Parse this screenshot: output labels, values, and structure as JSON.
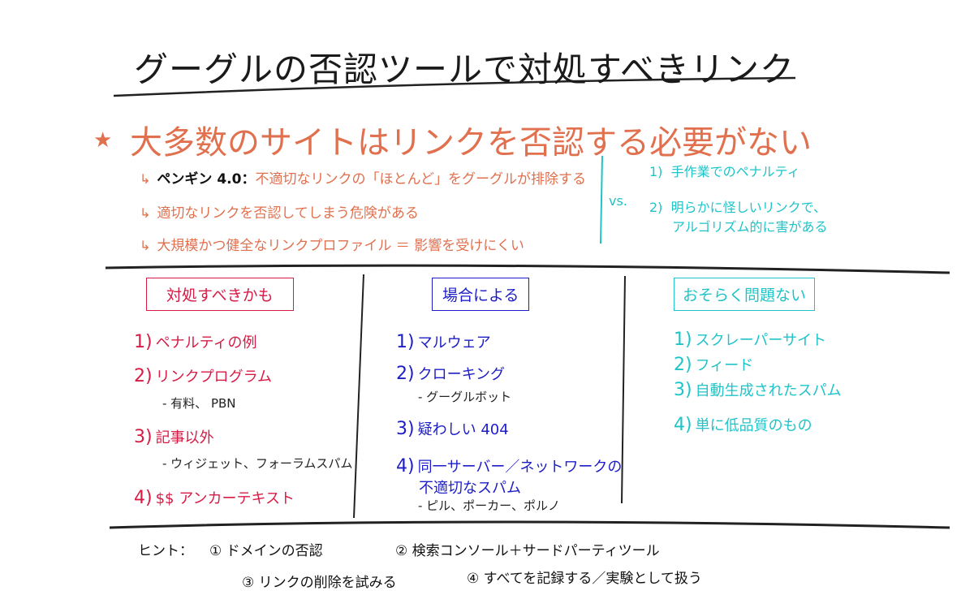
{
  "title": "グーグルの否認ツールで対処すべきリンク",
  "headline": "大多数のサイトはリンクを否認する必要がない",
  "points": [
    {
      "label": "ペンギン 4.0：",
      "text": "不適切なリンクの「ほとんど」をグーグルが排除する"
    },
    {
      "label": "",
      "text": "適切なリンクを否認してしまう危険がある"
    },
    {
      "label": "",
      "text": "大規模かつ健全なリンクプロファイル ＝ 影響を受けにくい"
    }
  ],
  "vs_label": "vs.",
  "exceptions": [
    {
      "num": "1)",
      "text": "手作業でのペナルティ"
    },
    {
      "num": "2)",
      "text": "明らかに怪しいリンクで、",
      "text2": "アルゴリズム的に害がある"
    }
  ],
  "columns": [
    {
      "heading": "対処すべきかも",
      "color": "#d81b45",
      "items": [
        {
          "num": "1)",
          "text": "ペナルティの例",
          "sub": ""
        },
        {
          "num": "2)",
          "text": "リンクプログラム",
          "sub": "- 有料、 PBN"
        },
        {
          "num": "3)",
          "text": "記事以外",
          "sub": "- ウィジェット、フォーラムスパム"
        },
        {
          "num": "4)",
          "text": "$$ アンカーテキスト",
          "sub": ""
        }
      ]
    },
    {
      "heading": "場合による",
      "color": "#1d1dc8",
      "items": [
        {
          "num": "1)",
          "text": "マルウェア",
          "sub": ""
        },
        {
          "num": "2)",
          "text": "クローキング",
          "sub": "- グーグルボット"
        },
        {
          "num": "3)",
          "text": "疑わしい 404",
          "sub": ""
        },
        {
          "num": "4)",
          "text": "同一サーバー／ネットワークの",
          "text2": "不適切なスパム",
          "sub": "- ピル、ポーカー、ポルノ"
        }
      ]
    },
    {
      "heading": "おそらく問題ない",
      "color": "#1ec4c8",
      "items": [
        {
          "num": "1)",
          "text": "スクレーパーサイト"
        },
        {
          "num": "2)",
          "text": "フィード"
        },
        {
          "num": "3)",
          "text": "自動生成されたスパム"
        },
        {
          "num": "4)",
          "text": "単に低品質のもの"
        }
      ]
    }
  ],
  "hints": {
    "label": "ヒント：",
    "items": [
      "① ドメインの否認",
      "② 検索コンソール＋サードパーティツール",
      "③ リンクの削除を試みる",
      "④ すべてを記録する／実験として扱う"
    ]
  }
}
